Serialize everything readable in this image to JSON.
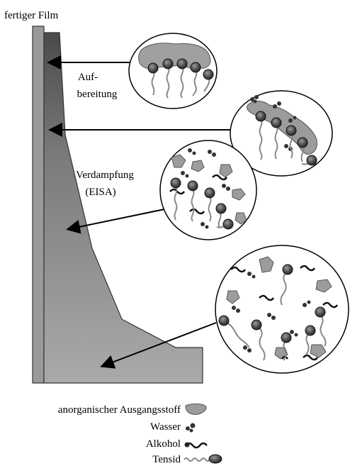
{
  "title": "fertiger Film",
  "labels": {
    "aufbereitung_line1": "Auf-",
    "aufbereitung_line2": "bereitung",
    "verdampfung_line1": "Verdampfung",
    "verdampfung_line2": "(EISA)"
  },
  "legend": [
    {
      "label": "anorganischer Ausgangsstoff",
      "icon": "precursor-icon"
    },
    {
      "label": "Wasser",
      "icon": "water-icon"
    },
    {
      "label": "Alkohol",
      "icon": "alcohol-icon"
    },
    {
      "label": "Tensid",
      "icon": "surfactant-icon"
    }
  ],
  "colors": {
    "substrate": "#9a9a9a",
    "film_dark": "#555555",
    "film_light": "#a8a8a8",
    "precursor": "#9c9c9c",
    "surfactant_tail": "#8a8a8a",
    "head": "#444444"
  }
}
